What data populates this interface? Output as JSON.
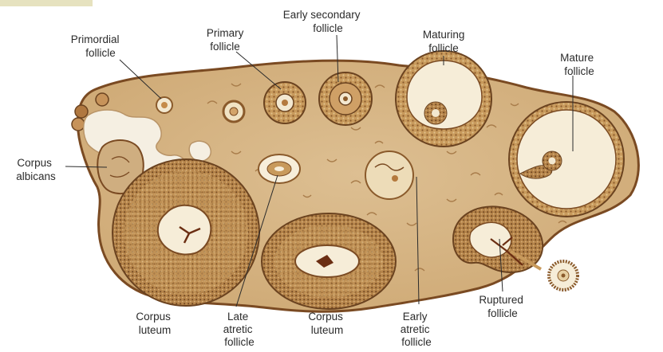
{
  "colors": {
    "ovary_fill": "#d8b789",
    "ovary_outline": "#7a4a22",
    "background": "#ffffff",
    "accent_strip": "#e6e2bf",
    "label_text": "#2b2b2b"
  },
  "labels": {
    "primordial_follicle": [
      "Primordial",
      "follicle"
    ],
    "primary_follicle": [
      "Primary",
      "follicle"
    ],
    "early_secondary_follicle": [
      "Early secondary",
      "follicle"
    ],
    "maturing_follicle": [
      "Maturing",
      "follicle"
    ],
    "mature_follicle": [
      "Mature",
      "follicle"
    ],
    "corpus_albicans": [
      "Corpus",
      "albicans"
    ],
    "corpus_luteum_left": [
      "Corpus",
      "luteum"
    ],
    "late_atretic_follicle": [
      "Late",
      "atretic",
      "follicle"
    ],
    "corpus_luteum_center": [
      "Corpus",
      "luteum"
    ],
    "early_atretic_follicle": [
      "Early",
      "atretic",
      "follicle"
    ],
    "ruptured_follicle": [
      "Ruptured",
      "follicle"
    ]
  }
}
